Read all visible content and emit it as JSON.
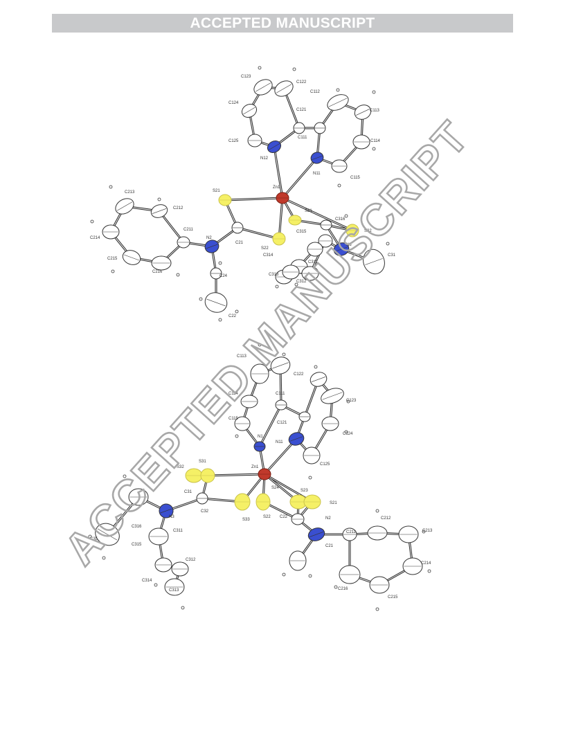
{
  "header": {
    "banner_text": "ACCEPTED MANUSCRIPT"
  },
  "watermark": {
    "text": "ACCEPTED MANUSCRIPT",
    "color": "#a8a8a8"
  },
  "colors": {
    "banner_bg": "#c8c9cb",
    "nitrogen": "#3a4fd0",
    "sulfur": "#f5f066",
    "zinc": "#c0392b"
  },
  "figure_top": {
    "atom_labels": [
      "C123",
      "C122",
      "C112",
      "C113",
      "C124",
      "C121",
      "C111",
      "C114",
      "C125",
      "N12",
      "N11",
      "C115",
      "S21",
      "Zn1",
      "S31",
      "C316",
      "S32",
      "C211",
      "C213",
      "C212",
      "N2",
      "C21",
      "S22",
      "C315",
      "C214",
      "C311",
      "C314",
      "N3",
      "C31",
      "C215",
      "C216",
      "C24",
      "C313",
      "C312",
      "C22"
    ]
  },
  "figure_bottom": {
    "atom_labels": [
      "C113",
      "C122",
      "C123",
      "C114",
      "C111",
      "C115",
      "C121",
      "C124",
      "N1",
      "N11",
      "C125",
      "S32",
      "S31",
      "Zn1",
      "S24",
      "S23",
      "C31",
      "C32",
      "S21",
      "N3",
      "S33",
      "S22",
      "C22",
      "N2",
      "C316",
      "C311",
      "C211",
      "C212",
      "C213",
      "C35",
      "C315",
      "C312",
      "C21",
      "C214",
      "C314",
      "C313",
      "C216",
      "C215"
    ]
  }
}
